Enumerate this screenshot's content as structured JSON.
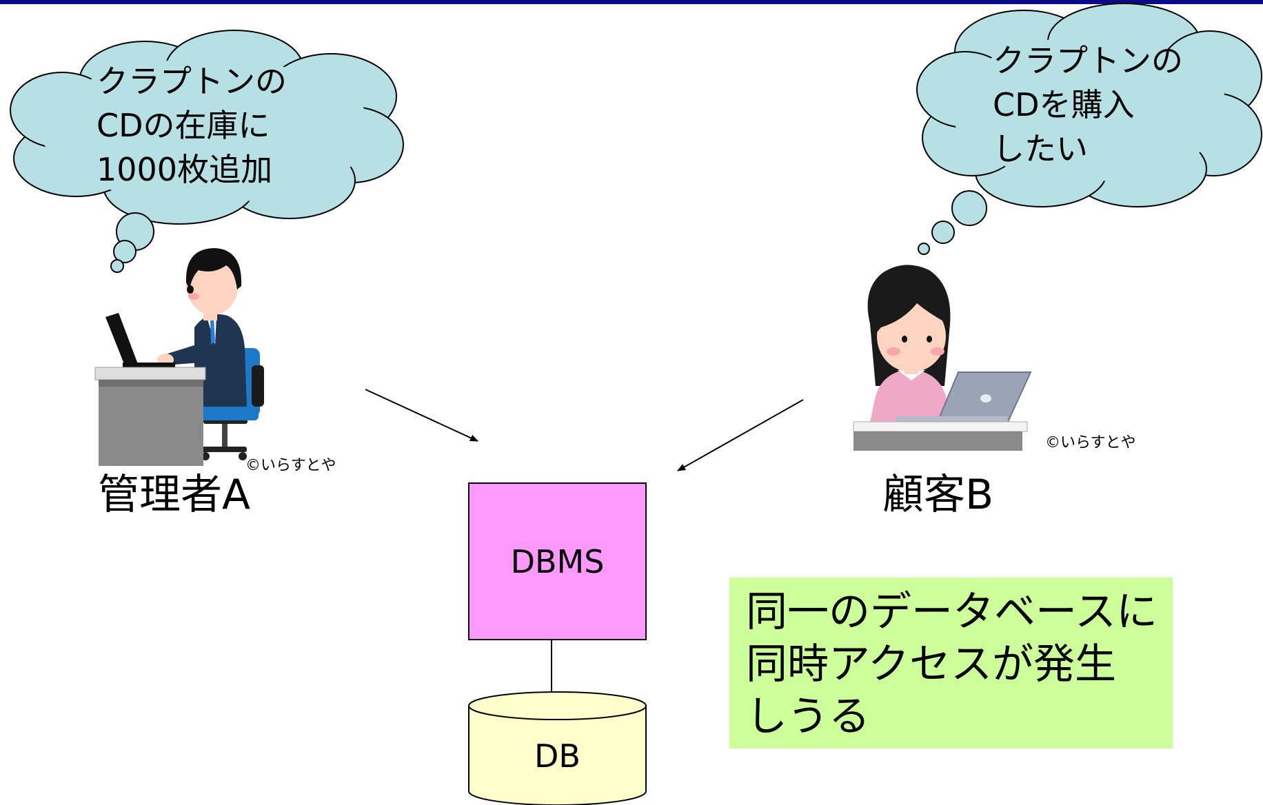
{
  "thought_a": {
    "lines": [
      "クラプトンの",
      "CDの在庫に",
      "1000枚追加"
    ]
  },
  "thought_b": {
    "lines": [
      "クラプトンの",
      "CDを購入",
      "したい"
    ]
  },
  "person_a": {
    "name": "管理者A",
    "credit": "©いらすとや"
  },
  "person_b": {
    "name": "顧客B",
    "credit": "©いらすとや"
  },
  "dbms": {
    "label": "DBMS"
  },
  "db": {
    "label": "DB"
  },
  "note": {
    "lines": [
      "同一のデータベースに",
      "同時アクセスが発生",
      "しうる"
    ]
  },
  "colors": {
    "cloud": "#b7e0e4",
    "dbms": "#ff99ff",
    "db": "#ffffcc",
    "note": "#ccff99",
    "top_bar": "#0b0b8a"
  }
}
